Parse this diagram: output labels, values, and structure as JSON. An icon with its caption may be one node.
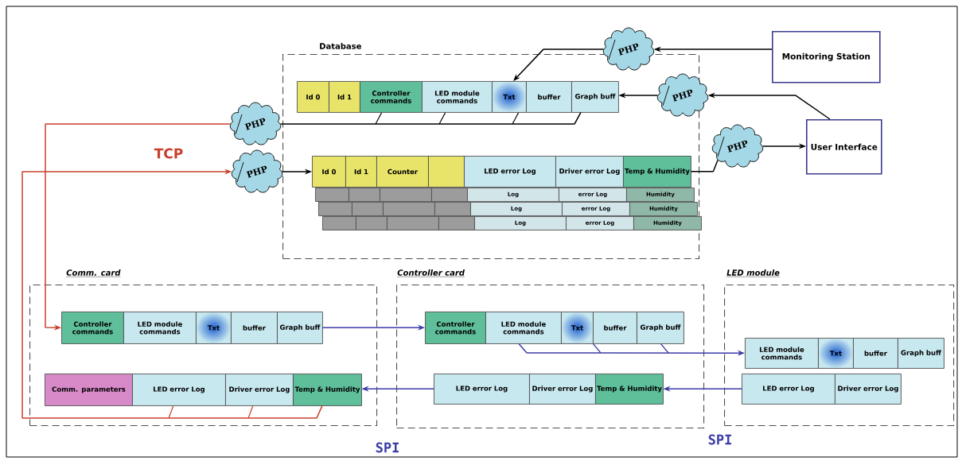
{
  "diagram": {
    "nodes": [
      {
        "text": [
          "Database"
        ]
      },
      {
        "text": [
          "Id 0",
          "Id 1",
          "Controller commands",
          "LED module commands",
          "Txt",
          "buffer",
          "Graph buff"
        ],
        "in": 0
      },
      {
        "text": [
          "Id 0",
          "Id 1",
          "Counter",
          "LED error Log",
          "Driver error Log",
          "Temp & Humidity"
        ],
        "in": 0
      },
      {
        "text": [
          "Log",
          "error Log",
          "Humidity"
        ],
        "in": 0
      },
      {
        "text": [
          "Log",
          "error Log",
          "Humidity"
        ],
        "in": 0
      },
      {
        "text": [
          "Log",
          "error Log",
          "Humidity"
        ],
        "in": 0
      },
      {
        "text": [
          "PHP"
        ]
      },
      {
        "text": [
          "Monitoring Station"
        ]
      },
      {
        "text": [
          "PHP"
        ]
      },
      {
        "text": [
          "User Interface"
        ]
      },
      {
        "text": [
          "PHP"
        ]
      },
      {
        "text": [
          "PHP"
        ]
      },
      {
        "text": [
          "PHP"
        ]
      },
      {
        "text": [
          "Comm. card"
        ]
      },
      {
        "text": [
          "Controller commands",
          "LED module commands",
          "Txt",
          "buffer",
          "Graph buff"
        ],
        "in": 13
      },
      {
        "text": [
          "Comm. parameters",
          "LED error Log",
          "Driver error Log",
          "Temp & Humidity"
        ],
        "in": 13
      },
      {
        "text": [
          "Controller card"
        ]
      },
      {
        "text": [
          "Controller commands",
          "LED module commands",
          "Txt",
          "buffer",
          "Graph buff"
        ],
        "in": 16
      },
      {
        "text": [
          "LED error Log",
          "Driver error Log",
          "Temp & Humidity"
        ],
        "in": 16
      },
      {
        "text": [
          "LED module"
        ]
      },
      {
        "text": [
          "LED module commands",
          "Txt",
          "buffer",
          "Graph buff"
        ],
        "in": 19
      },
      {
        "text": [
          "LED error Log",
          "Driver error Log"
        ],
        "in": 19
      }
    ],
    "edges": [
      {
        "from": 7,
        "to": 6,
        "arrow": "to"
      },
      {
        "from": 6,
        "to": 1,
        "arrow": "to"
      },
      {
        "from": 9,
        "to": 8,
        "arrow": "to"
      },
      {
        "from": 8,
        "to": 1,
        "arrow": "to"
      },
      {
        "from": 10,
        "to": 9,
        "arrow": "to"
      },
      {
        "from": 2,
        "to": 10,
        "arrow": "none"
      },
      {
        "from": 1,
        "to": 11,
        "arrow": "none"
      },
      {
        "from": 11,
        "to": 14,
        "arrow": "to",
        "color": "#c8402c"
      },
      {
        "from": 15,
        "to": 12,
        "arrow": "to",
        "color": "#c8402c"
      },
      {
        "from": 12,
        "to": 2,
        "arrow": "to"
      },
      {
        "from": 14,
        "to": 17,
        "arrow": "to",
        "color": "#3c3ca8"
      },
      {
        "from": 17,
        "to": 20,
        "arrow": "to",
        "color": "#3c3ca8"
      },
      {
        "from": 21,
        "to": 18,
        "arrow": "to",
        "color": "#3c3ca8"
      },
      {
        "from": 18,
        "to": 15,
        "arrow": "to",
        "color": "#3c3ca8"
      }
    ],
    "labels": [
      "TCP",
      "SPI",
      "SPI"
    ]
  }
}
